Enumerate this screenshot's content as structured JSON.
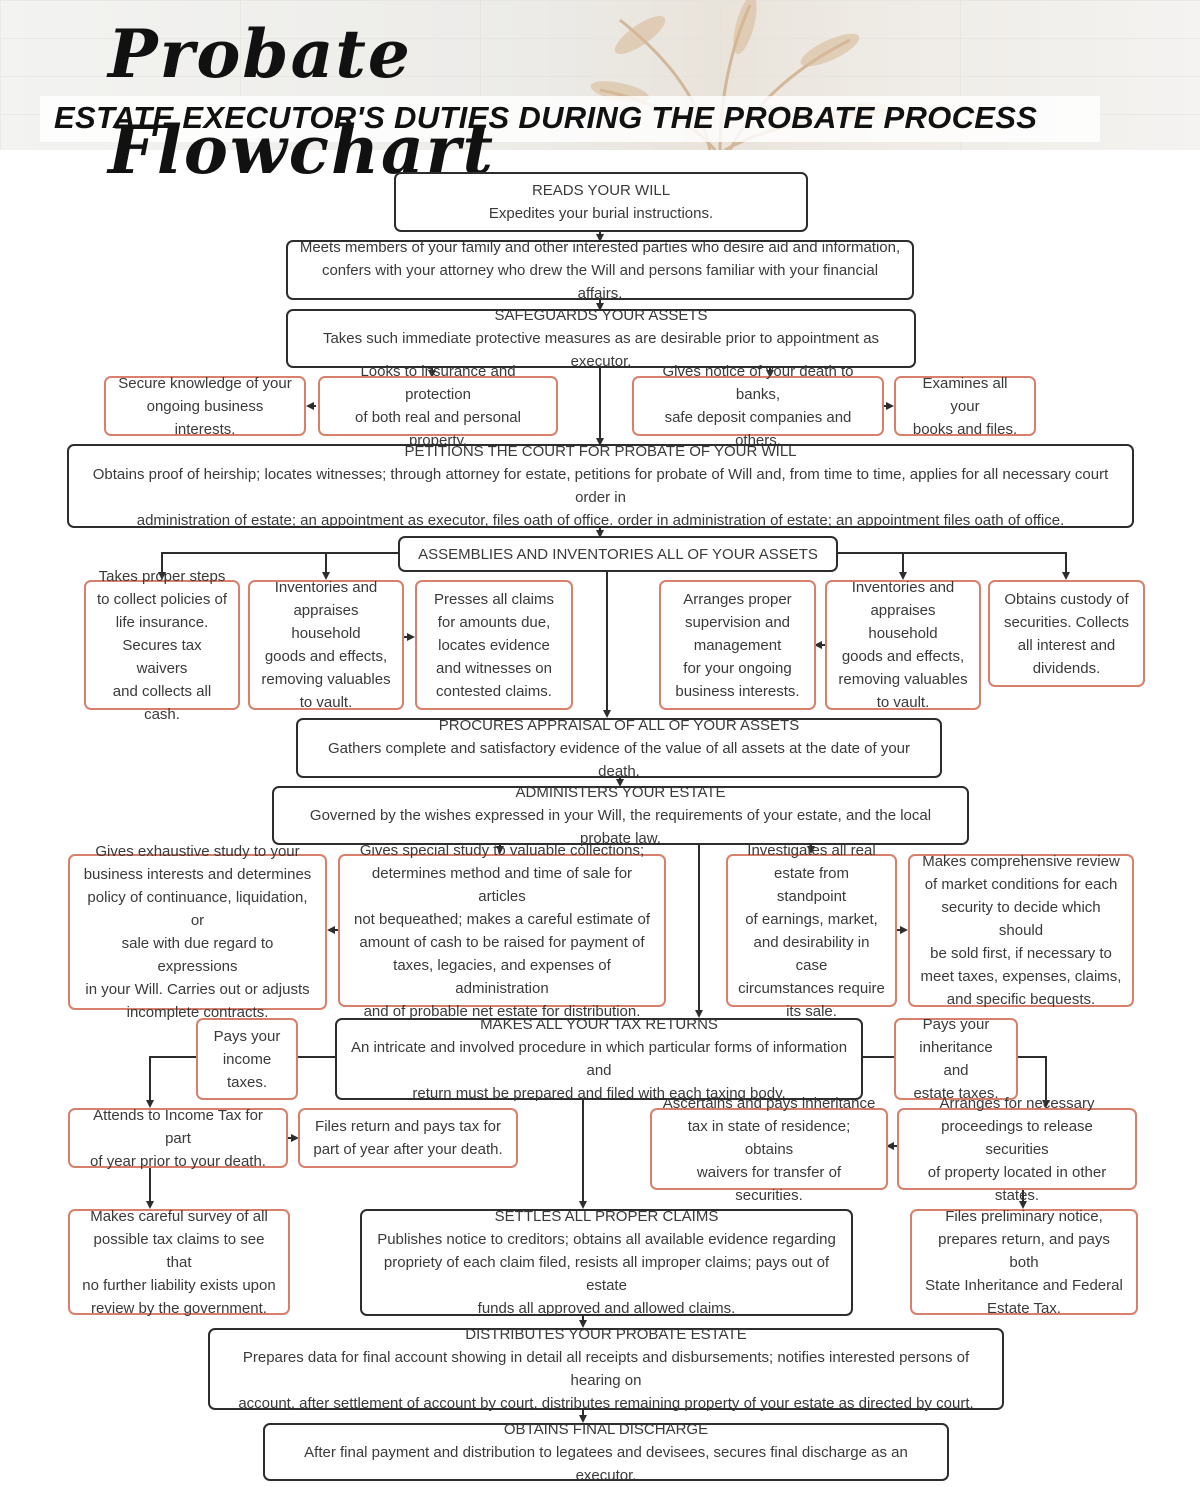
{
  "header": {
    "script_title": "Probate Flowchart",
    "subtitle": "ESTATE EXECUTOR'S DUTIES DURING THE PROBATE PROCESS"
  },
  "colors": {
    "main_border": "#2d2d2d",
    "side_border": "#d9806d",
    "text": "#3a3a3a"
  },
  "steps": {
    "reads_will": {
      "heading": "READS YOUR WILL",
      "text": "Expedites your burial instructions."
    },
    "meets_family": {
      "text": "Meets members of your family and other interested parties who desire aid and information,\nconfers with your attorney who drew the Will and persons familiar with your financial affairs."
    },
    "safeguards": {
      "heading": "SAFEGUARDS YOUR ASSETS",
      "text": "Takes such immediate protective measures as are desirable prior to appointment as executor."
    },
    "petitions": {
      "heading": "PETITIONS THE COURT FOR PROBATE OF YOUR WILL",
      "text": "Obtains proof of heirship; locates witnesses; through attorney for estate, petitions for probate of Will and, from time to time, applies for all necessary court  order in\nadministration of estate; an appointment as executor, files oath of office. order in administration of estate; an appointment files oath of office."
    },
    "assembles": {
      "heading": "ASSEMBLIES AND INVENTORIES ALL OF YOUR ASSETS"
    },
    "procures": {
      "heading": "PROCURES APPRAISAL OF ALL OF YOUR ASSETS",
      "text": "Gathers complete and satisfactory evidence of the value of all assets at the date of your death."
    },
    "administers": {
      "heading": "ADMINISTERS YOUR ESTATE",
      "text": "Governed by the wishes expressed in your Will, the requirements of your estate, and the local probate law."
    },
    "tax_returns": {
      "heading": "MAKES ALL YOUR TAX RETURNS",
      "text": "An intricate and involved procedure in which particular forms of information and\nreturn must be prepared and filed with each taxing body."
    },
    "settles": {
      "heading": "SETTLES ALL PROPER CLAIMS",
      "text": "Publishes notice to creditors; obtains all available evidence regarding\npropriety of each claim filed, resists all improper claims; pays out of estate\nfunds all approved and allowed claims."
    },
    "distributes": {
      "heading": "DISTRIBUTES YOUR PROBATE ESTATE",
      "text": "Prepares data for final account showing in detail all receipts and disbursements; notifies interested persons of hearing on\naccount, after settlement of account by court, distributes remaining property of your estate as directed by court."
    },
    "discharge": {
      "heading": "OBTAINS FINAL DISCHARGE",
      "text": "After final payment and distribution to legatees and devisees, secures final discharge as an executor."
    }
  },
  "side": {
    "business_knowledge": "Secure knowledge of your\nongoing business interests.",
    "insurance_protection": "Looks to insurance and protection\nof both real and personal property.",
    "notice_banks": "Gives notice of your death to banks,\nsafe deposit companies and others.",
    "examines_books": "Examines all your\nbooks and files.",
    "life_insurance": "Takes proper steps\nto collect policies of\nlife insurance.\nSecures tax waivers\nand collects all cash.",
    "household_left": "Inventories and\nappraises household\ngoods and effects,\nremoving valuables\nto vault.",
    "presses_claims": "Presses all claims\nfor amounts due,\nlocates evidence\nand witnesses on\ncontested claims.",
    "supervision": "Arranges proper\nsupervision and\nmanagement\nfor your ongoing\nbusiness interests.",
    "household_right": "Inventories and\nappraises household\ngoods and effects,\nremoving valuables\nto vault.",
    "securities_custody": "Obtains custody of\nsecurities.  Collects\nall interest and\ndividends.",
    "business_study": "Gives exhaustive study to your\nbusiness interests and determines\npolicy of continuance, liquidation, or\nsale with due regard to expressions\nin your Will.  Carries out or adjusts\nincomplete contracts.",
    "collections_study": "Gives special study to valuable collections;\ndetermines method and time of sale for articles\nnot bequeathed; makes a careful estimate of\namount of cash to be raised for payment of\ntaxes, legacies, and expenses of administration\nand of probable net estate for distribution.",
    "real_estate": "Investigates all real\nestate from standpoint\nof earnings, market,\nand desirability in case\ncircumstances require\nits sale.",
    "market_review": "Makes comprehensive review\nof market conditions for each\nsecurity to decide which should\nbe sold first, if necessary to\nmeet taxes, expenses, claims,\nand specific bequests.",
    "income_taxes": "Pays your\nincome\ntaxes.",
    "inheritance_taxes": "Pays your\ninheritance and\nestate taxes.",
    "income_tax_prior": "Attends to Income Tax for part\nof year prior to your death.",
    "files_return": "Files return and pays tax for\npart of year after your death.",
    "inheritance_residence": "Ascertains and pays inheritance\ntax in state of residence; obtains\nwaivers for transfer of securities.",
    "release_securities": "Arranges for necessary\nproceedings to release securities\nof property located in other states.",
    "survey_claims": "Makes careful survey of all\npossible tax claims to see that\nno further liability exists upon\nreview by the government.",
    "preliminary_notice": "Files preliminary notice,\nprepares return, and pays both\nState Inheritance and Federal\nEstate Tax."
  }
}
